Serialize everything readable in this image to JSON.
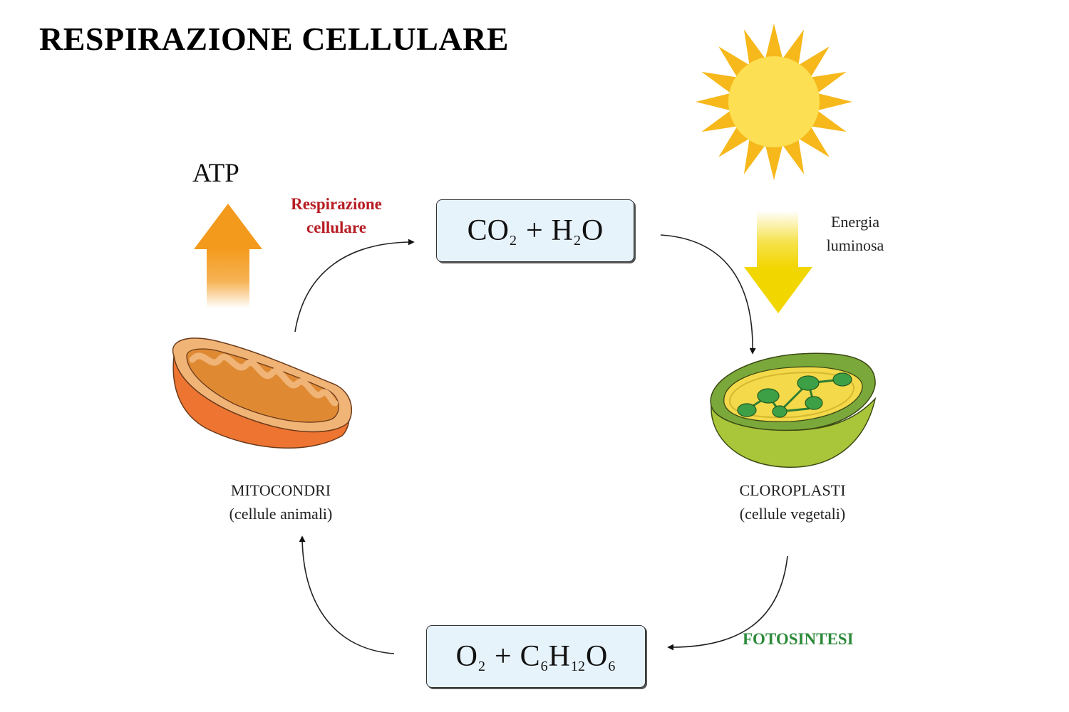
{
  "title": "RESPIRAZIONE CELLULARE",
  "atp_label": "ATP",
  "respiration_label": {
    "line1": "Respirazione",
    "line2": "cellulare",
    "color": "#b71d24"
  },
  "photosynthesis_label": {
    "text": "FOTOSINTESI",
    "color": "#2d8a3a"
  },
  "light_energy_label": {
    "line1": "Energia",
    "line2": "luminosa"
  },
  "mitochondria": {
    "name": "MITOCONDRI",
    "subtitle": "(cellule animali)"
  },
  "chloroplasts": {
    "name": "CLOROPLASTI",
    "subtitle": "(cellule vegetali)"
  },
  "formula_top": {
    "t1": "CO",
    "s1": "2",
    "op": "+",
    "t2": "H",
    "s2": "2",
    "t3": "O"
  },
  "formula_bottom": {
    "t1": "O",
    "s1": "2",
    "op": "+",
    "t2": "C",
    "s2": "6",
    "t3": "H",
    "s3": "12",
    "t4": "O",
    "s4": "6"
  },
  "colors": {
    "box_fill": "#e7f3fb",
    "sun": "#fcdf52",
    "sun_rays": "#f6b81a",
    "atp_arrow": "#f39a1c",
    "light_arrow": "#f2d600",
    "mitochondrion_outer": "#ee7431",
    "mitochondrion_inner": "#f1b477",
    "chloroplast_outer": "#a9c53a",
    "grana": "#3ea046"
  },
  "icons": [
    "sun-icon",
    "mitochondrion-icon",
    "chloroplast-icon",
    "atp-up-arrow-icon",
    "light-down-arrow-icon"
  ]
}
